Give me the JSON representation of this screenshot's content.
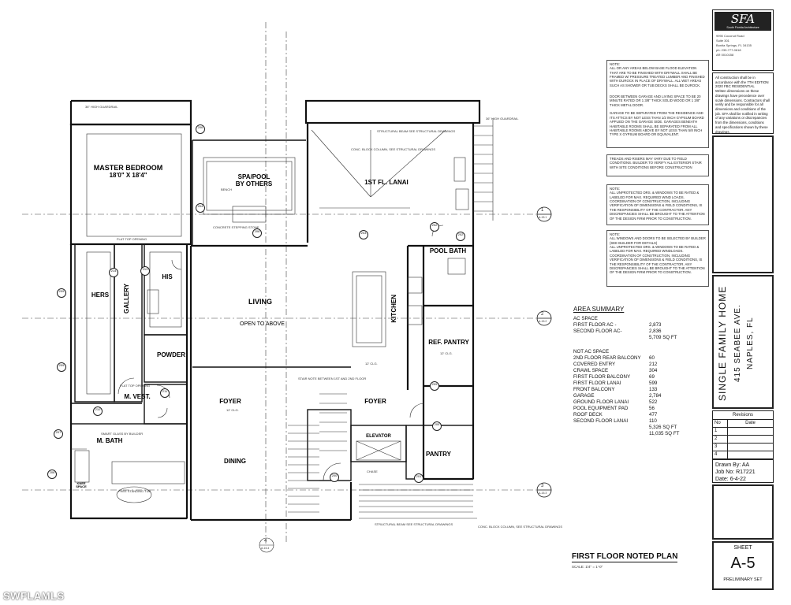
{
  "rooms": {
    "master_bedroom": "MASTER BEDROOM",
    "master_bedroom_size": "18'0\" X 18'4\"",
    "spa_pool": "SPA/POOL\nBY OTHERS",
    "lanai": "1ST FL. LANAI",
    "pool_bath": "POOL BATH",
    "hers": "HERS",
    "gallery": "GALLERY",
    "his": "HIS",
    "living": "LIVING",
    "open_above": "OPEN TO ABOVE",
    "kitchen": "KITCHEN",
    "ref_pantry": "REF. PANTRY",
    "powder": "POWDER",
    "m_vest": "M. VEST.",
    "foyer_left": "FOYER",
    "foyer_right": "FOYER",
    "elevator": "ELEVATOR",
    "pantry": "PANTRY",
    "m_bath": "M. BATH",
    "dining": "DINING",
    "knee_space": "KNEE\nSPACE"
  },
  "small_notes": {
    "guardrail_top": "36\" HIGH GUARDRAIL",
    "guardrail_right": "36\" HIGH GUARDRAIL",
    "ceiling_12": "12' CLG.",
    "structural_beam": "STRUCTURAL BEAM SEE STRUCTURAL DRAWINGS",
    "conc_block": "CONC. BLOCK COLUMN, SEE STRUCTURAL DRAWINGS",
    "stair_note": "STAIR NOTE BETWEEN 1ST AND 2ND FLOOR",
    "smart_glass": "SMART GLASS BY BUILDER",
    "free_standing": "FREE STANDING TUB",
    "concrete_steps": "CONCRETE STEPPING STONE",
    "bench": "BENCH",
    "chase": "CHASE",
    "flat_top_opening": "FLAT TOP OPENING"
  },
  "grid_markers": [
    {
      "num": "1",
      "ref": "A-15.1"
    },
    {
      "num": "2",
      "ref": "A-15.2"
    },
    {
      "num": "3",
      "ref": "A-15.3"
    },
    {
      "num": "4",
      "ref": "A-15.4"
    }
  ],
  "door_tags": [
    "200",
    "201",
    "202",
    "203",
    "204",
    "205",
    "206",
    "207",
    "208",
    "209",
    "210",
    "211",
    "212",
    "213",
    "214",
    "215"
  ],
  "notes_box_1": "NOTE:\nALL OR ANY AREAS BELOW BASE FLOOD ELEVATION THAT ARE TO BE FINISHED WITH DRYWALL SHALL BE FRAMED W/ PRESSURE TREATED LUMBER AND FINISHED WITH DUROCK IN PLACE OF DRYWALL. ALL WET AREAS SUCH AS SHOWER OR TUB DECKS SHALL BE DUROCK.",
  "notes_box_2": "DOOR BETWEEN GARAGE AND LIVING SPACE TO BE 20 MINUTE RATED OR 1 3/8\" THICK SOLID WOOD OR 1 3/8\" THICK METAL DOOR.\n\nGARAGE TO BE SEPARATED FROM THE RESIDENCE AND ITS ATTICS BY NOT LESS THAN 1/2 INCH GYPSUM BOARD APPLIED ON THE GARAGE SIDE. GARAGES BENEATH HABITABLE ROOMS SHALL BE SEPARATED FROM ALL HABITABLE ROOMS ABOVE BY NOT LESS THAN 5/8 INCH TYPE X GYPSUM BOARD OR EQUIVALENT.",
  "notes_box_3": "TREADS AND RISERS MAY VARY DUE TO FIELD CONDITIONS. BUILDER TO VERIFY ALL EXTERIOR STAIR WITH SITE CONDITIONS BEFORE CONSTRUCTION",
  "notes_box_4": "NOTE:\nALL UNPROTECTED DRS. & WINDOWS TO BE RATED & LABELED FOR MAX. REQUIRED WIND LOADS.\nCOORDINATION OF CONSTRUCTION, INCLUDING VERIFICATION OF DIMENSIONS & FIELD CONDITIONS, IS THE RESPONSIBILITY OF THE CONTRACTOR. ANY DISCREPANCIES SHALL BE BROUGHT TO THE ATTENTION OF THE DESIGN FIRM PRIOR TO CONSTRUCTION.",
  "notes_box_5": "NOTE:\nALL WINDOWS AND DOORS TO BE SELECTED BY BUILDER (SEE BUILDER FOR DETAILS)\nALL UNPROTECTED DRS. & WINDOWS TO BE RATED & LABELED FOR MAX. REQUIRED WINDLOADS.\nCOORDINATION OF CONSTRUCTION, INCLUDING VERIFICATION OF DIMENSIONS & FIELD CONDITIONS, IS THE RESPONSIBILITY OF THE CONTRACTOR. ANY DISCREPANCIES SHALL BE BROUGHT TO THE ATTENTION OF THE DESIGN FIRM PRIOR TO CONSTRUCTION.",
  "code_note": "All construction shall be in accordance with the 7TH EDITION 2020 FBC RESIDENTIAL\nWritten dimensions on these drawings have precedence over scale dimensions. Contractors shall verify and be responsible for all dimensions and conditions of the job. SFA shall be notified in writing of any variations or discrepancies from the dimensions, conditions and specifications shown by these drawings.",
  "firm": {
    "logo": "SFA",
    "name": "South Florida Architecture",
    "address": [
      "9990 Coconut Road",
      "Suite 301",
      "Bonita Springs, FL 34135",
      "ph: 239-777-0618",
      "AR 0010158"
    ]
  },
  "project": {
    "title": "SINGLE FAMILY HOME",
    "address": "415 SEABEE AVE.",
    "city": "NAPLES, FL"
  },
  "revisions": {
    "header": "Revisions",
    "col_no": "No",
    "col_date": "Date",
    "rows": [
      "1",
      "2",
      "3",
      "4"
    ]
  },
  "drawn_by": {
    "label": "Drawn By:",
    "value": "AA"
  },
  "job_no": {
    "label": "Job No:",
    "value": "R17221"
  },
  "date": {
    "label": "Date:",
    "value": "6-4-22"
  },
  "sheet": {
    "label": "SHEET",
    "number": "A-5",
    "set": "PRELIMINARY SET"
  },
  "area_summary": {
    "title": "AREA SUMMARY",
    "ac_header": "AC SPACE",
    "ac": [
      {
        "label": "FIRST FLOOR AC -",
        "value": "2,873"
      },
      {
        "label": "SECOND FLOOR AC-",
        "value": "2,836"
      }
    ],
    "ac_total": "5,709 SQ FT",
    "not_ac_header": "NOT AC SPACE",
    "not_ac": [
      {
        "label": "2ND FLOOR REAR BALCONY",
        "value": "60"
      },
      {
        "label": "COVERED ENTRY",
        "value": "212"
      },
      {
        "label": "CRAWL SPACE",
        "value": "304"
      },
      {
        "label": "FIRST FLOOR BALCONY",
        "value": "69"
      },
      {
        "label": "FIRST FLOOR LANAI",
        "value": "599"
      },
      {
        "label": "FRONT BALCONY",
        "value": "133"
      },
      {
        "label": "GARAGE",
        "value": "2,784"
      },
      {
        "label": "GROUND FLOOR LANAI",
        "value": "522"
      },
      {
        "label": "POOL EQUIPMENT PAD",
        "value": "56"
      },
      {
        "label": "ROOF DECK",
        "value": "477"
      },
      {
        "label": "SECOND FLOOR LANAI",
        "value": "110"
      }
    ],
    "not_ac_total": "5,326 SQ FT",
    "grand_total": "11,035 SQ FT"
  },
  "plan_title": "FIRST FLOOR NOTED PLAN",
  "plan_scale": "SCALE: 1/4\" = 1'-0\"",
  "watermark": "SWFLAMLS"
}
